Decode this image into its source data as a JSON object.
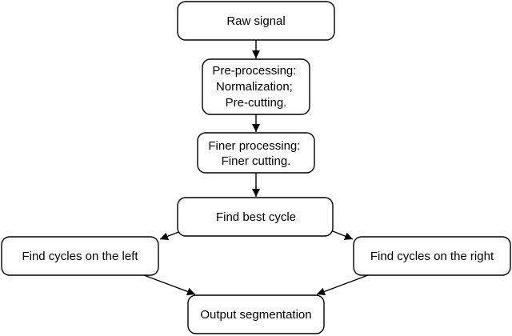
{
  "diagram": {
    "type": "flowchart",
    "colors": {
      "stroke": "#000000",
      "fill": "#ffffff",
      "background": "#ffffff"
    },
    "nodes": {
      "raw_signal": {
        "lines": [
          "Raw signal"
        ]
      },
      "pre_processing": {
        "lines": [
          "Pre-processing:",
          "Normalization;",
          "Pre-cutting."
        ]
      },
      "finer_processing": {
        "lines": [
          "Finer processing:",
          "Finer cutting."
        ]
      },
      "find_best_cycle": {
        "lines": [
          "Find best cycle"
        ]
      },
      "find_cycles_left": {
        "lines": [
          "Find cycles on the left"
        ]
      },
      "find_cycles_right": {
        "lines": [
          "Find cycles on the right"
        ]
      },
      "output_segmentation": {
        "lines": [
          "Output segmentation"
        ]
      }
    },
    "edges": [
      {
        "from": "raw_signal",
        "to": "pre_processing"
      },
      {
        "from": "pre_processing",
        "to": "finer_processing"
      },
      {
        "from": "finer_processing",
        "to": "find_best_cycle"
      },
      {
        "from": "find_best_cycle",
        "to": "find_cycles_left"
      },
      {
        "from": "find_best_cycle",
        "to": "find_cycles_right"
      },
      {
        "from": "find_cycles_left",
        "to": "output_segmentation"
      },
      {
        "from": "find_cycles_right",
        "to": "output_segmentation"
      }
    ]
  }
}
